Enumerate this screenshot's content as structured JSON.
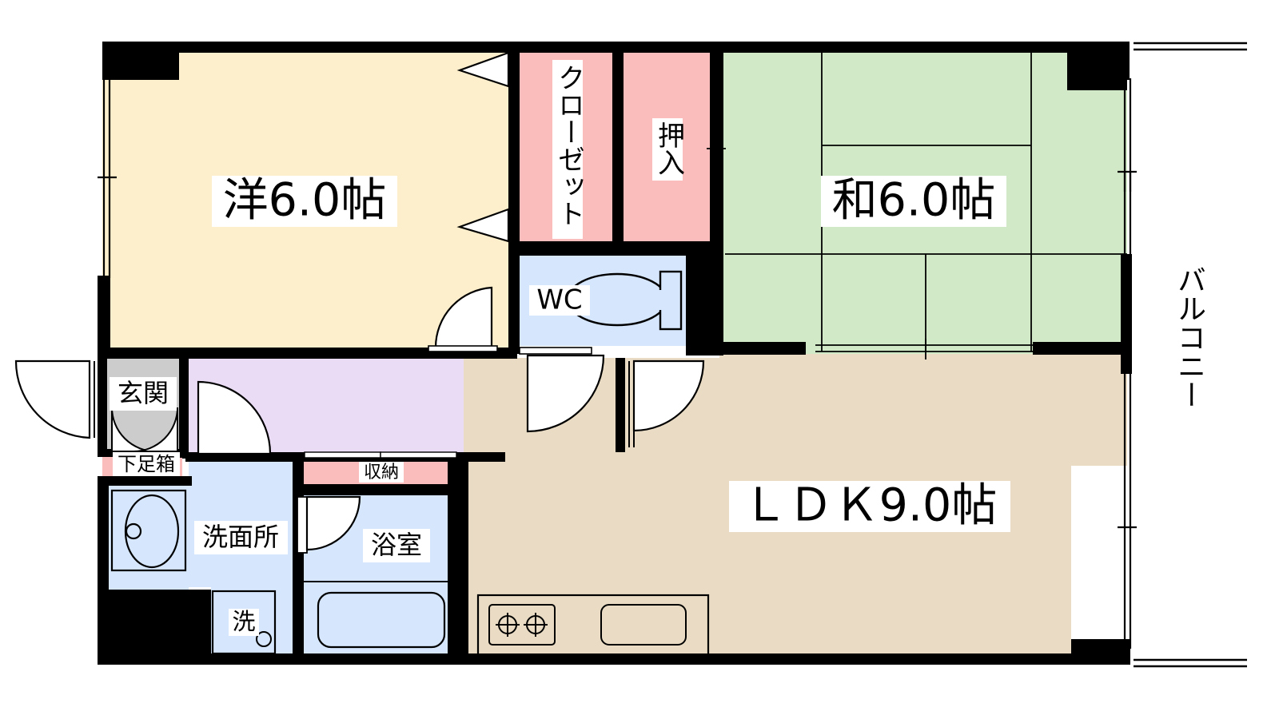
{
  "plan": {
    "title": "",
    "unit_label_suffix": "帖",
    "colors": {
      "wall": "#000000",
      "western_room": "#FDEFCB",
      "tatami_room": "#D2E9C7",
      "ldk": "#EADCC4",
      "corridor": "#EBDCF6",
      "closet_pink": "#FBBCBC",
      "water_blue": "#D6E6FC",
      "entrance_gray": "#CCCCCC",
      "background": "#FFFFFF",
      "line": "#000000"
    },
    "rooms": [
      {
        "id": "yoshitsu",
        "label": "洋6.0帖",
        "orientation": "horizontal",
        "color_key": "western_room"
      },
      {
        "id": "washitsu",
        "label": "和6.0帖",
        "orientation": "horizontal",
        "color_key": "tatami_room"
      },
      {
        "id": "ldk",
        "label": "ＬＤＫ9.0帖",
        "orientation": "horizontal",
        "color_key": "ldk"
      },
      {
        "id": "closet",
        "label": "クローゼット",
        "orientation": "vertical",
        "color_key": "closet_pink"
      },
      {
        "id": "oshiire",
        "label": "押入",
        "orientation": "vertical",
        "color_key": "closet_pink"
      },
      {
        "id": "wc",
        "label": "WC",
        "orientation": "horizontal",
        "color_key": "water_blue"
      },
      {
        "id": "genkan",
        "label": "玄関",
        "orientation": "horizontal",
        "color_key": "entrance_gray"
      },
      {
        "id": "getabako",
        "label": "下足箱",
        "orientation": "horizontal",
        "color_key": "closet_pink"
      },
      {
        "id": "senmenjo",
        "label": "洗面所",
        "orientation": "horizontal",
        "color_key": "water_blue"
      },
      {
        "id": "sentaku",
        "label": "洗",
        "orientation": "horizontal",
        "color_key": "water_blue"
      },
      {
        "id": "shuno",
        "label": "収納",
        "orientation": "horizontal",
        "color_key": "closet_pink"
      },
      {
        "id": "yokushitsu",
        "label": "浴室",
        "orientation": "horizontal",
        "color_key": "water_blue"
      },
      {
        "id": "balcony",
        "label": "バルコニー",
        "orientation": "vertical",
        "color_key": "background"
      }
    ],
    "labels": {
      "yoshitsu": "洋6.0帖",
      "washitsu": "和6.0帖",
      "ldk": "ＬＤＫ9.0帖",
      "closet": "クローゼット",
      "oshiire": "押入",
      "wc": "WC",
      "genkan": "玄関",
      "getabako": "下足箱",
      "senmenjo": "洗面所",
      "sentaku": "洗",
      "shuno": "収納",
      "yokushitsu": "浴室",
      "balcony": "バルコニー"
    },
    "fixtures": [
      {
        "id": "toilet",
        "name": "toilet-fixture"
      },
      {
        "id": "bathtub",
        "name": "bathtub-fixture"
      },
      {
        "id": "vanity-sink",
        "name": "vanity-sink-fixture"
      },
      {
        "id": "washer",
        "name": "washing-machine-fixture"
      },
      {
        "id": "kitchen-sink",
        "name": "kitchen-sink-fixture"
      },
      {
        "id": "stove",
        "name": "gas-stove-fixture"
      }
    ],
    "room_area_unit": "帖",
    "room_areas": {
      "yoshitsu": "6.0",
      "washitsu": "6.0",
      "ldk": "9.0"
    }
  }
}
